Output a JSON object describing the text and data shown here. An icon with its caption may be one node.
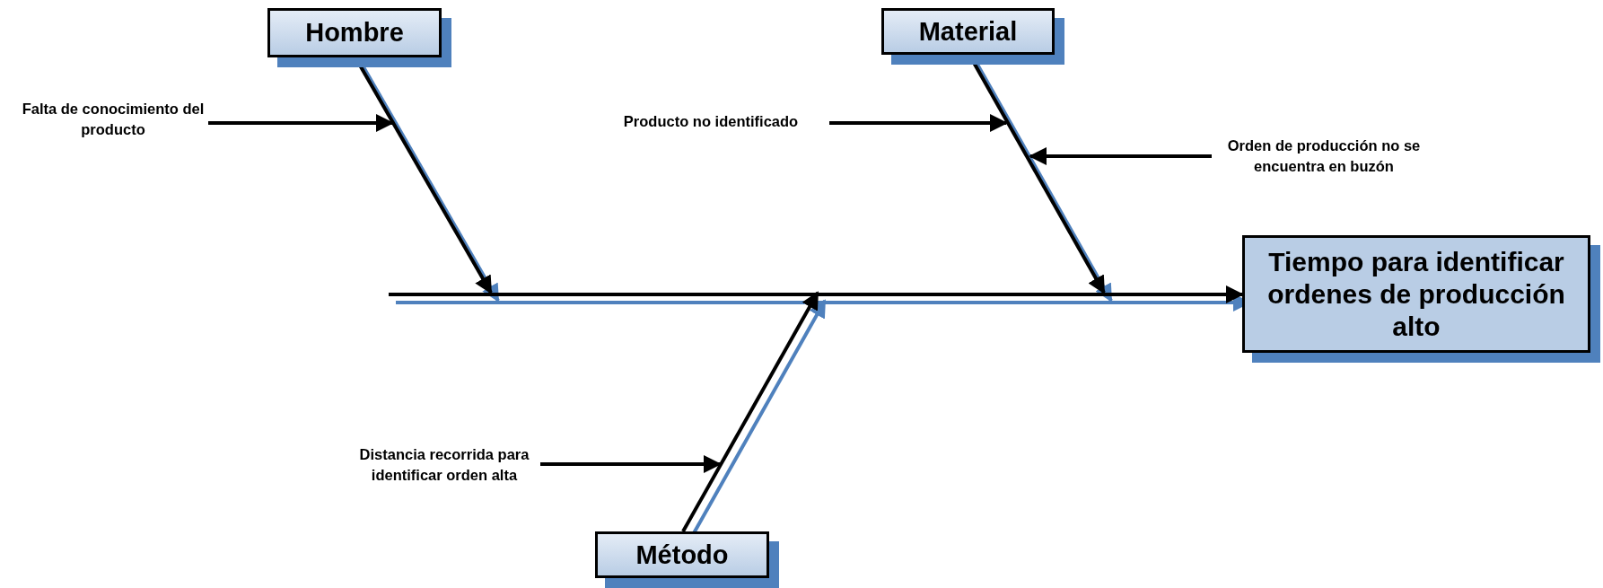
{
  "diagram": {
    "nodes": [
      {
        "text": [
          "Hombre"
        ]
      },
      {
        "text": [
          "Material"
        ]
      },
      {
        "text": [
          "Falta de conocimiento del producto"
        ]
      },
      {
        "text": [
          "Producto no identificado"
        ]
      },
      {
        "text": [
          "Orden de producción no se encuentra en buzón"
        ]
      },
      {
        "text": [
          "Tiempo para identificar ordenes de producción alto"
        ]
      },
      {
        "text": [
          "Distancia recorrida para identificar orden alta"
        ]
      },
      {
        "text": [
          "Método"
        ]
      },
      {
        "text": [],
        "shape": "bar"
      }
    ],
    "edges": [
      {
        "from": 8,
        "to": 5,
        "arrow": "to"
      },
      {
        "from": 0,
        "to": 8,
        "arrow": "to"
      },
      {
        "from": 1,
        "to": 8,
        "arrow": "to"
      },
      {
        "from": 7,
        "to": 8,
        "arrow": "to"
      },
      {
        "from": 2,
        "to": null,
        "arrow": "to"
      },
      {
        "from": 3,
        "to": null,
        "arrow": "to"
      },
      {
        "from": 4,
        "to": null,
        "arrow": "to"
      },
      {
        "from": 6,
        "to": null,
        "arrow": "to"
      }
    ]
  }
}
